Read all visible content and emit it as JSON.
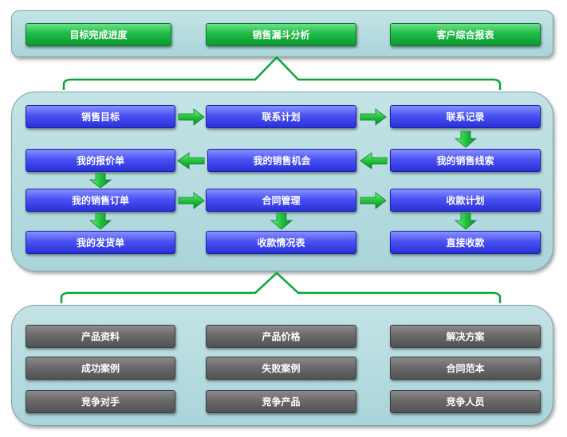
{
  "top_row": [
    {
      "label": "目标完成进度"
    },
    {
      "label": "销售漏斗分析"
    },
    {
      "label": "客户综合报表"
    }
  ],
  "flow": [
    {
      "label": "销售目标"
    },
    {
      "label": "联系计划"
    },
    {
      "label": "联系记录"
    },
    {
      "label": "我的报价单"
    },
    {
      "label": "我的销售机会"
    },
    {
      "label": "我的销售线索"
    },
    {
      "label": "我的销售订单"
    },
    {
      "label": "合同管理"
    },
    {
      "label": "收款计划"
    },
    {
      "label": "我的发货单"
    },
    {
      "label": "收款情况表"
    },
    {
      "label": "直接收款"
    }
  ],
  "resources": [
    {
      "label": "产品资料"
    },
    {
      "label": "产品价格"
    },
    {
      "label": "解决方案"
    },
    {
      "label": "成功案例"
    },
    {
      "label": "失败案例"
    },
    {
      "label": "合同范本"
    },
    {
      "label": "竞争对手"
    },
    {
      "label": "竞争产品"
    },
    {
      "label": "竞争人员"
    }
  ],
  "colors": {
    "green_box": "#1ebc45",
    "blue_box": "#4a52f3",
    "gray_box": "#6a6a6a",
    "panel": "#b6dce0",
    "arrow": "#22c23c",
    "connector": "#0aa43a"
  }
}
